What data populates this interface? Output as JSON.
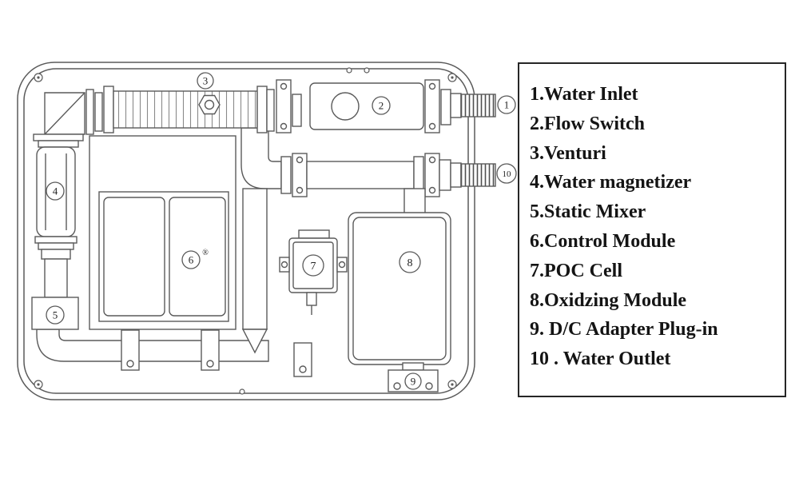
{
  "legend": {
    "items": [
      {
        "num": "1.",
        "label": "Water Inlet"
      },
      {
        "num": "2.",
        "label": "Flow Switch"
      },
      {
        "num": "3.",
        "label": "Venturi"
      },
      {
        "num": "4.",
        "label": "Water magnetizer"
      },
      {
        "num": "5.",
        "label": "Static Mixer"
      },
      {
        "num": "6.",
        "label": "Control Module"
      },
      {
        "num": "7.",
        "label": "POC Cell"
      },
      {
        "num": "8.",
        "label": "Oxidzing Module"
      },
      {
        "num": "9.",
        "label": " D/C Adapter Plug-in"
      },
      {
        "num": "10 .",
        "label": " Water Outlet"
      }
    ]
  },
  "diagram": {
    "callouts": [
      "1",
      "2",
      "3",
      "4",
      "5",
      "6",
      "7",
      "8",
      "9",
      "10"
    ],
    "registered_mark": "®"
  },
  "colors": {
    "line": "#5a5a5a",
    "text": "#141414",
    "background": "#ffffff"
  }
}
